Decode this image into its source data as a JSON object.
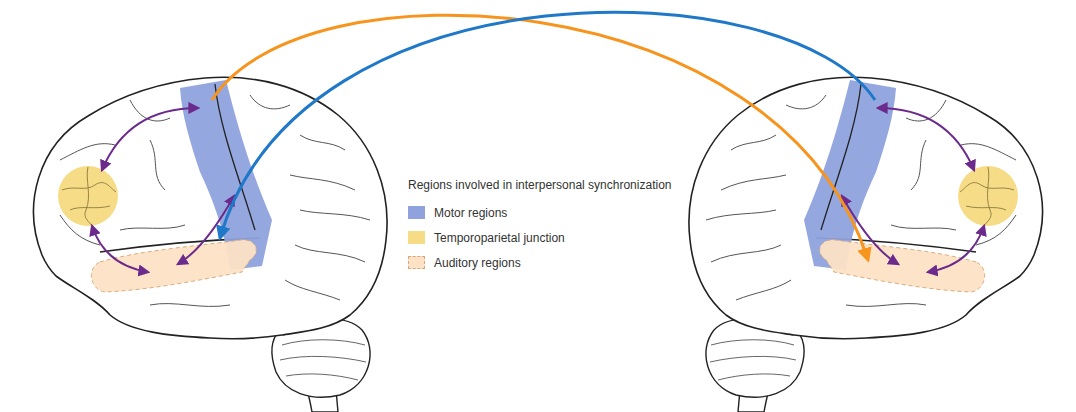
{
  "diagram": {
    "title": "Regions involved in interpersonal synchronization",
    "legend": [
      {
        "text": "Motor regions",
        "color": "#8fa2dd"
      },
      {
        "text": "Temporoparietal junction",
        "color": "#f6dc86"
      },
      {
        "text": "Auditory regions",
        "color": "#fde2c6"
      }
    ]
  }
}
